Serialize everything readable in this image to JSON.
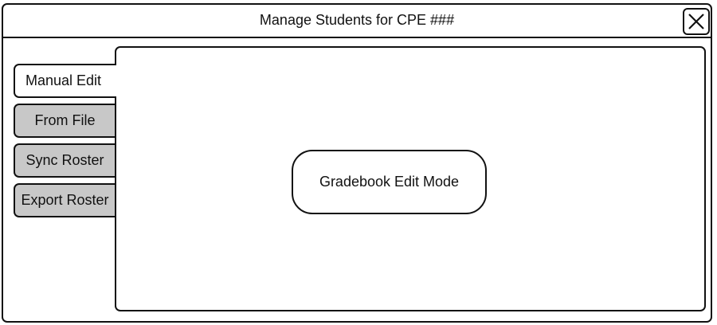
{
  "window": {
    "title": "Manage Students for CPE ###",
    "close_icon": "close-icon"
  },
  "tabs": [
    {
      "label": "Manual Edit",
      "active": true
    },
    {
      "label": "From File",
      "active": false
    },
    {
      "label": "Sync Roster",
      "active": false
    },
    {
      "label": "Export Roster",
      "active": false
    }
  ],
  "main": {
    "button_label": "Gradebook Edit Mode"
  }
}
